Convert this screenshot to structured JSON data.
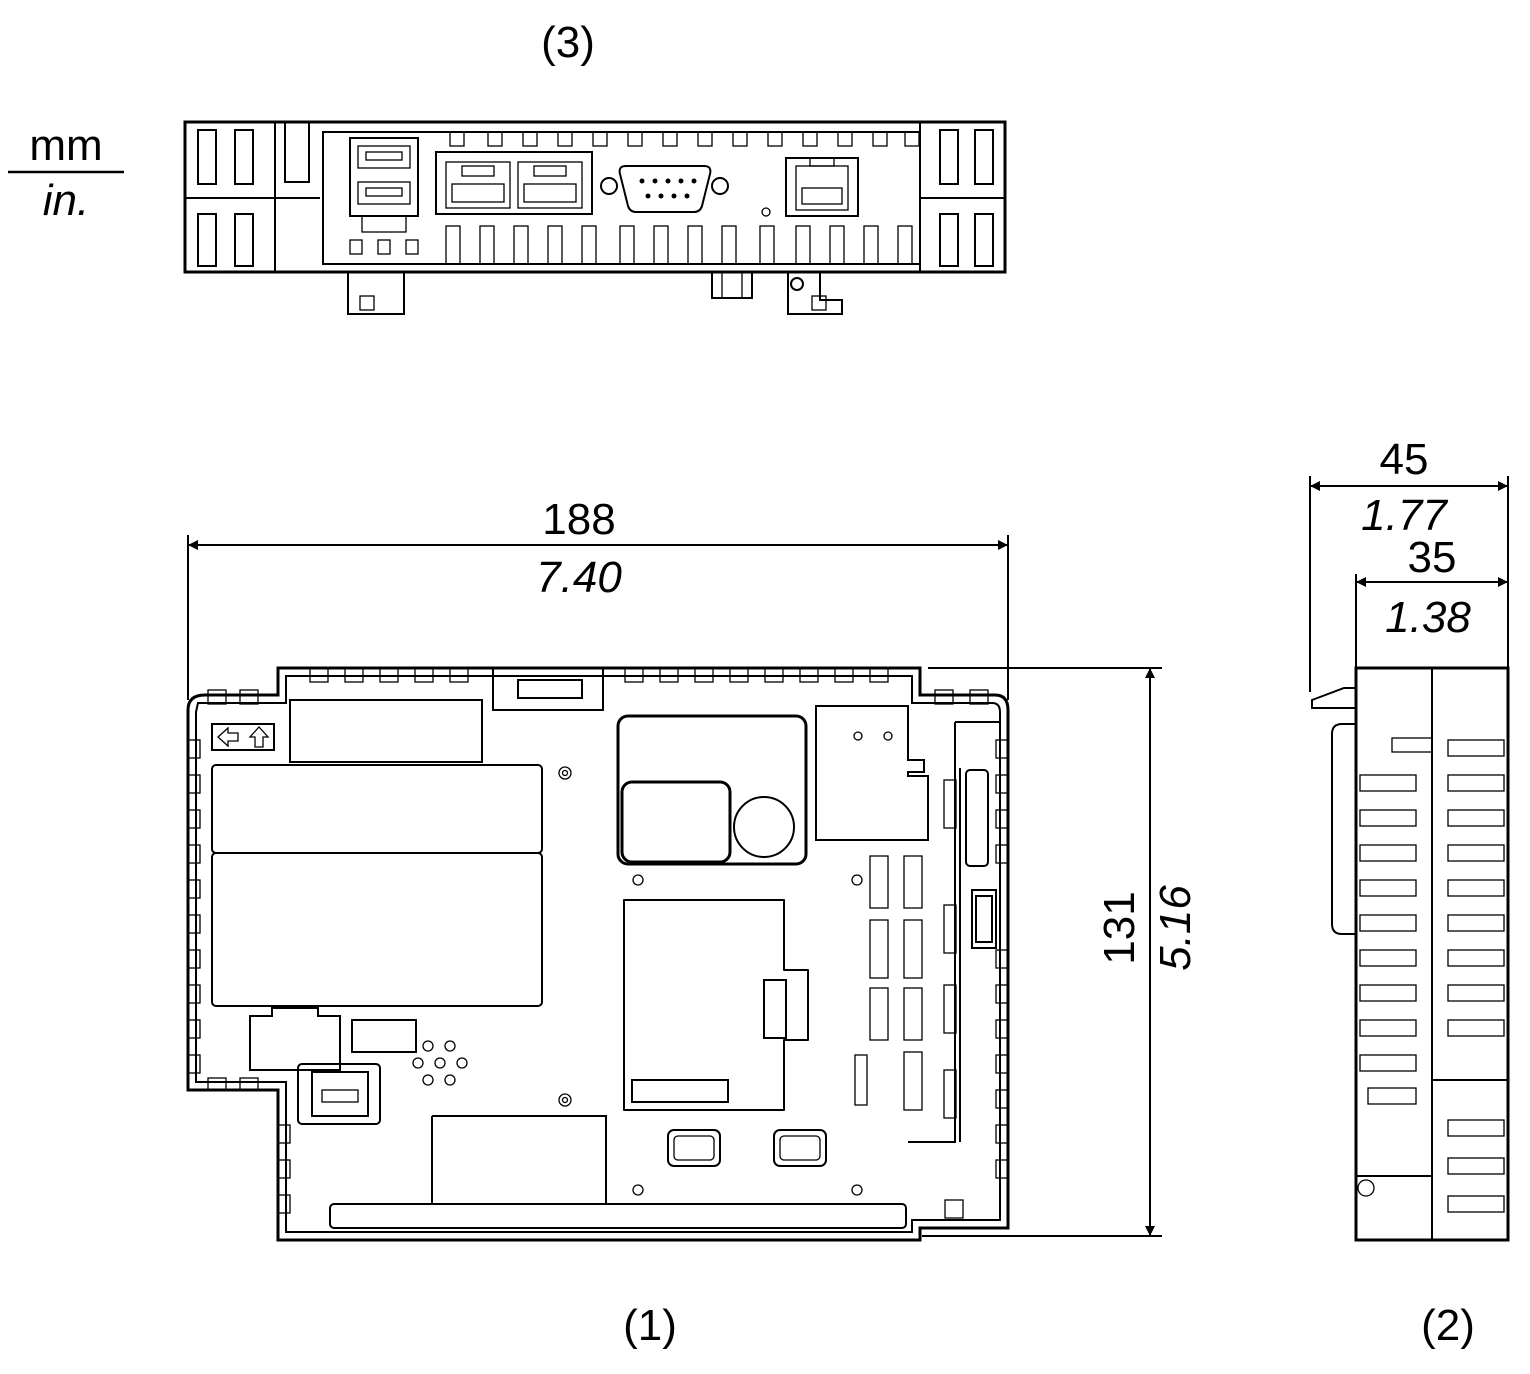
{
  "units": {
    "primary": "mm",
    "secondary": "in."
  },
  "views": {
    "top": {
      "label": "(3)"
    },
    "front": {
      "label": "(1)"
    },
    "side": {
      "label": "(2)"
    }
  },
  "dimensions": {
    "front_width": {
      "mm": "188",
      "in": "7.40"
    },
    "front_height": {
      "mm": "131",
      "in": "5.16"
    },
    "side_depth_total": {
      "mm": "45",
      "in": "1.77"
    },
    "side_depth_body": {
      "mm": "35",
      "in": "1.38"
    }
  }
}
